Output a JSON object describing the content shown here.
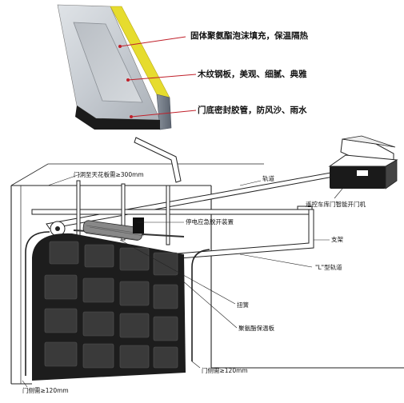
{
  "panel_callouts": {
    "insulation": "固体聚氨酯泡沫填充，保温隔热",
    "steel_plate": "木纹钢板，美观、细腻、典雅",
    "bottom_seal": "门底密封胶管，防风沙、雨水"
  },
  "door_labels": {
    "headroom": "门洞至天花板需≥300mm",
    "track": "轨道",
    "opener": "遥控车库门智能开门机",
    "emergency_release": "停电应急脱开装置",
    "bracket": "支架",
    "l_track": "\"L\"型轨道",
    "torsion_spring": "扭簧",
    "insulated_panel": "聚氨酯保温板",
    "side_room_right": "门侧需≥120mm",
    "side_room_left": "门侧需≥120mm"
  }
}
